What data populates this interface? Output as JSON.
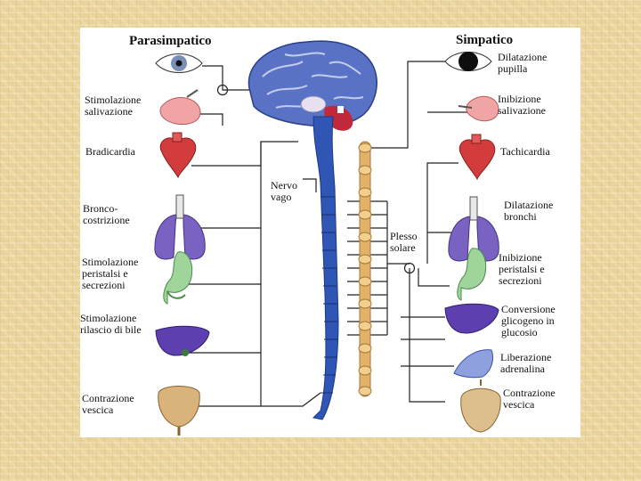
{
  "headers": {
    "parasympathetic": "Parasimpatico",
    "sympathetic": "Simpatico"
  },
  "left_labels": {
    "salivation": "Stimolazione\nsalivazione",
    "heart": "Bradicardia",
    "lungs": "Bronco-\ncostrizione",
    "stomach": "Stimolazione\nperistalsi e\nsecrezioni",
    "liver": "Stimolazione\nrilascio di bile",
    "bladder": "Contrazione\nvescica"
  },
  "right_labels": {
    "pupil": "Dilatazione\npupilla",
    "salivation": "Inibizione\nsalivazione",
    "heart": "Tachicardia",
    "lungs": "Dilatazione\nbronchi",
    "stomach": "Inibizione\nperistalsi e\nsecrezioni",
    "liver": "Conversione\nglicogeno in\nglucosio",
    "adrenal": "Liberazione\nadrenalina",
    "bladder": "Contrazione\nvescica"
  },
  "center_labels": {
    "vagus": "Nervo\nvago",
    "plexus": "Plesso\nsolare"
  },
  "colors": {
    "nerve_blue": "#2f55b5",
    "brain_blue": "#4a68c0",
    "spine_tan": "#e2b26a",
    "heart_red": "#cf3a3a",
    "lung_purple": "#7a62c2",
    "stomach_green": "#8cc98a",
    "bladder_tan": "#d9b37a"
  }
}
